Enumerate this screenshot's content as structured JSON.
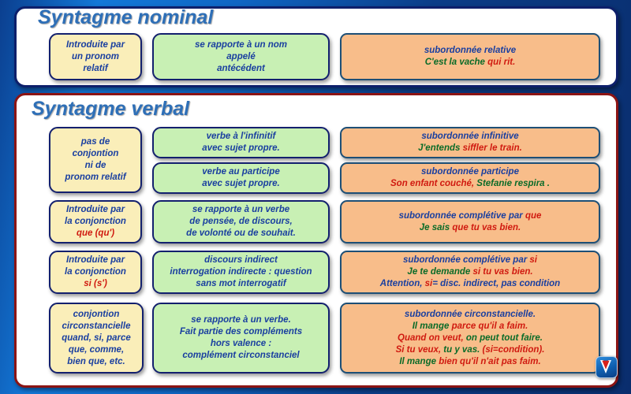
{
  "sections": [
    {
      "id": "syntagme-nominal",
      "title": "Syntagme nominal",
      "boxes": {
        "left": [
          "Introduite par",
          "un pronom",
          "relatif"
        ],
        "middle": [
          "se rapporte à un nom",
          "appelé",
          "antécédent"
        ],
        "right": [
          [
            {
              "text": "subordonnée relative",
              "color": "blue"
            }
          ],
          [
            {
              "text": "C'est la vache ",
              "color": "green"
            },
            {
              "text": "qui rit.",
              "color": "red"
            }
          ]
        ]
      }
    },
    {
      "id": "syntagme-verbal",
      "title": "Syntagme verbal",
      "rows": [
        {
          "left": [
            "pas de",
            "conjontion",
            "ni de",
            "pronom relatif"
          ],
          "middle_a": [
            "verbe à l'infinitif",
            "avec sujet propre."
          ],
          "middle_b": [
            "verbe au participe",
            "avec sujet propre."
          ],
          "right_a": [
            [
              {
                "text": "subordonnée infinitive",
                "color": "blue"
              }
            ],
            [
              {
                "text": "J'entends ",
                "color": "green"
              },
              {
                "text": "siffler le train.",
                "color": "red"
              }
            ]
          ],
          "right_b": [
            [
              {
                "text": "subordonnée participe",
                "color": "blue"
              }
            ],
            [
              {
                "text": "Son enfant couché, ",
                "color": "red"
              },
              {
                "text": "Stefanie respira .",
                "color": "green"
              }
            ]
          ]
        },
        {
          "left": [
            [
              {
                "text": "Introduite par",
                "color": "blue"
              }
            ],
            [
              {
                "text": "la conjonction",
                "color": "blue"
              }
            ],
            [
              {
                "text": "que (qu')",
                "color": "red"
              }
            ]
          ],
          "middle": [
            "se rapporte à un verbe",
            "de pensée, de discours,",
            "de volonté ou de souhait."
          ],
          "right": [
            [
              {
                "text": "subordonnée complétive par ",
                "color": "blue"
              },
              {
                "text": "que",
                "color": "red"
              }
            ],
            [
              {
                "text": "Je sais ",
                "color": "green"
              },
              {
                "text": "que tu vas bien.",
                "color": "red"
              }
            ]
          ]
        },
        {
          "left": [
            [
              {
                "text": "Introduite par",
                "color": "blue"
              }
            ],
            [
              {
                "text": "la conjonction",
                "color": "blue"
              }
            ],
            [
              {
                "text": "si (s')",
                "color": "red"
              }
            ]
          ],
          "middle": [
            "discours indirect",
            "interrogation indirecte : question",
            "sans mot interrogatif"
          ],
          "right": [
            [
              {
                "text": "subordonnée complétive par ",
                "color": "blue"
              },
              {
                "text": "si",
                "color": "red"
              }
            ],
            [
              {
                "text": "Je te demande ",
                "color": "green"
              },
              {
                "text": "si tu vas bien.",
                "color": "red"
              }
            ],
            [
              {
                "text": "Attention, ",
                "color": "blue"
              },
              {
                "text": "si",
                "color": "red"
              },
              {
                "text": "= disc. indirect, pas condition",
                "color": "blue"
              }
            ]
          ]
        },
        {
          "left": [
            "conjontion",
            "circonstancielle",
            "quand, si, parce",
            "que, comme,",
            "bien que, etc."
          ],
          "middle": [
            "se rapporte à un verbe.",
            "Fait partie des compléments",
            "hors valence :",
            "complément circonstanciel"
          ],
          "right": [
            [
              {
                "text": "subordonnée circonstancielle.",
                "color": "blue"
              }
            ],
            [
              {
                "text": "Il mange ",
                "color": "green"
              },
              {
                "text": "parce qu'il a faim.",
                "color": "red"
              }
            ],
            [
              {
                "text": "Quand on veut, ",
                "color": "red"
              },
              {
                "text": "on peut tout faire.",
                "color": "green"
              }
            ],
            [
              {
                "text": "Si tu veux, ",
                "color": "red"
              },
              {
                "text": "tu y vas. ",
                "color": "green"
              },
              {
                "text": "(si=condition).",
                "color": "red"
              }
            ],
            [
              {
                "text": "Il mange ",
                "color": "green"
              },
              {
                "text": "bien qu'il n'ait pas faim.",
                "color": "red"
              }
            ]
          ]
        }
      ]
    }
  ],
  "colors": {
    "blue": "#1a3fa0",
    "red": "#d01a10",
    "green": "#0a6b28",
    "cream_box": "#faeeb9",
    "green_box": "#c8f0b4",
    "orange_box": "#f8bd8a",
    "title": "#2e6fb7",
    "panel_nominal_border": "#0d1f6b",
    "panel_verbal_border": "#8c1414"
  },
  "logo": {
    "name": "v-logo"
  }
}
